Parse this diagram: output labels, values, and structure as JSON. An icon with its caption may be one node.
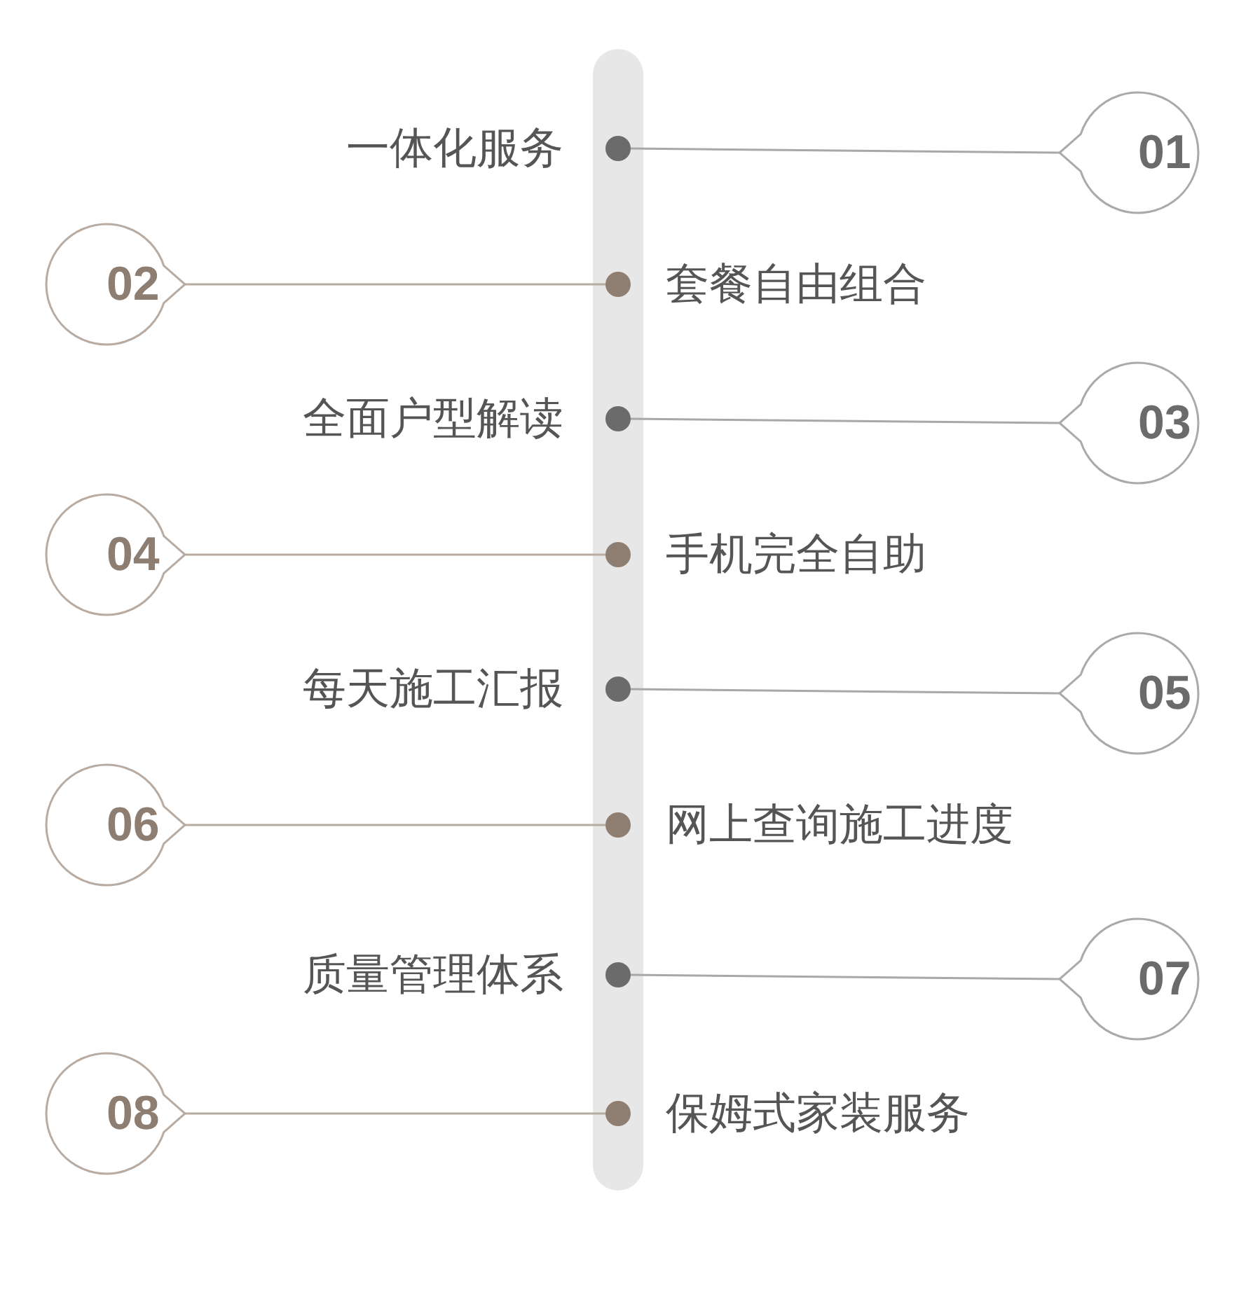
{
  "diagram": {
    "nodes": [
      {
        "text": [],
        "shape": "bar"
      },
      {
        "text": [
          "01"
        ]
      },
      {
        "text": [],
        "shape": "circle",
        "in": 0,
        "beside": [
          "一体化服务"
        ]
      },
      {
        "text": [
          "02"
        ]
      },
      {
        "text": [],
        "shape": "circle",
        "in": 0,
        "beside": [
          "套餐自由组合"
        ]
      },
      {
        "text": [
          "03"
        ]
      },
      {
        "text": [],
        "shape": "circle",
        "in": 0,
        "beside": [
          "全面户型解读"
        ]
      },
      {
        "text": [
          "04"
        ]
      },
      {
        "text": [],
        "shape": "circle",
        "in": 0,
        "beside": [
          "手机完全自助"
        ]
      },
      {
        "text": [
          "05"
        ]
      },
      {
        "text": [],
        "shape": "circle",
        "in": 0,
        "beside": [
          "每天施工汇报"
        ]
      },
      {
        "text": [
          "06"
        ]
      },
      {
        "text": [],
        "shape": "circle",
        "in": 0,
        "beside": [
          "网上查询施工进度"
        ]
      },
      {
        "text": [
          "07"
        ]
      },
      {
        "text": [],
        "shape": "circle",
        "in": 0,
        "beside": [
          "质量管理体系"
        ]
      },
      {
        "text": [
          "08"
        ]
      },
      {
        "text": [],
        "shape": "circle",
        "in": 0,
        "beside": [
          "保姆式家装服务"
        ]
      }
    ],
    "edges": [
      {
        "from": 1,
        "to": 2,
        "arrow": "none",
        "color": "#a8a8a8"
      },
      {
        "from": 3,
        "to": 4,
        "arrow": "none",
        "color": "#b8aba2"
      },
      {
        "from": 5,
        "to": 6,
        "arrow": "none",
        "color": "#a8a8a8"
      },
      {
        "from": 7,
        "to": 8,
        "arrow": "none",
        "color": "#b8aba2"
      },
      {
        "from": 9,
        "to": 10,
        "arrow": "none",
        "color": "#a8a8a8"
      },
      {
        "from": 11,
        "to": 12,
        "arrow": "none",
        "color": "#b8aba2"
      },
      {
        "from": 13,
        "to": 14,
        "arrow": "none",
        "color": "#a8a8a8"
      },
      {
        "from": 15,
        "to": 16,
        "arrow": "none",
        "color": "#b8aba2"
      }
    ]
  }
}
